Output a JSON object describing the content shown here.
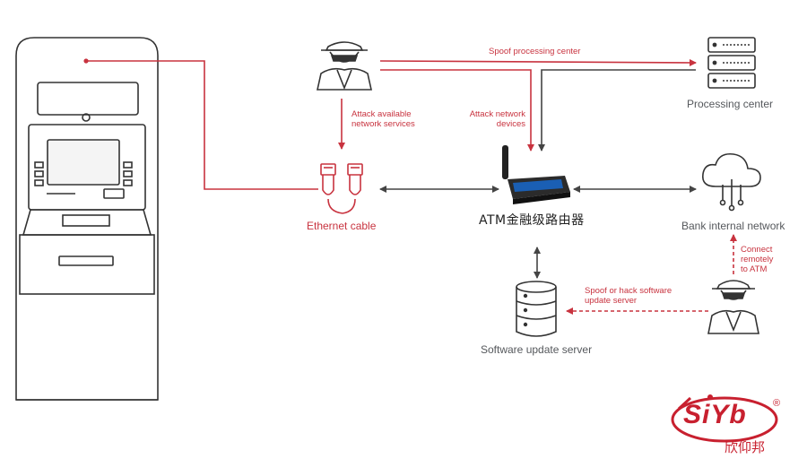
{
  "labels": {
    "spoof_center": "Spoof processing center",
    "attack_services": [
      "Attack available",
      "network services"
    ],
    "attack_devices": [
      "Attack network",
      "devices"
    ],
    "processing_center": "Processing center",
    "ethernet": "Ethernet cable",
    "router": "ATM金融级路由器",
    "bank_network": "Bank internal network",
    "connect_remote": [
      "Connect",
      "remotely",
      "to ATM"
    ],
    "spoof_update": [
      "Spoof or hack software",
      "update server"
    ],
    "software_server": "Software update server"
  },
  "brand": {
    "logo_text": "SiYb",
    "logo_cn": "欣仰邦",
    "registered": "®"
  },
  "colors": {
    "attack_red": "#c8333f",
    "line_gray": "#444444",
    "brand_red": "#c8202f",
    "router_blue": "#1a5fb4"
  },
  "icons": [
    "atm-machine-icon",
    "hacker-icon",
    "server-rack-icon",
    "ethernet-connector-icon",
    "router-device-icon",
    "cloud-network-icon",
    "database-icon"
  ]
}
